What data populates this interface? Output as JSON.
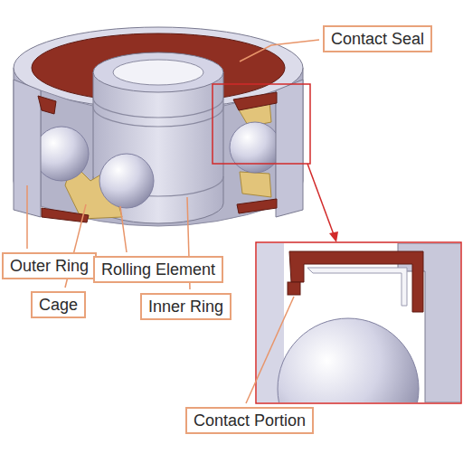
{
  "diagram": {
    "nodes": [
      {
        "text": [
          "Contact Seal"
        ]
      },
      {
        "text": [
          "Outer Ring"
        ]
      },
      {
        "text": [
          "Rolling Element"
        ]
      },
      {
        "text": [
          "Cage"
        ]
      },
      {
        "text": [
          "Inner Ring"
        ]
      },
      {
        "text": [
          "Contact Portion"
        ]
      }
    ]
  }
}
